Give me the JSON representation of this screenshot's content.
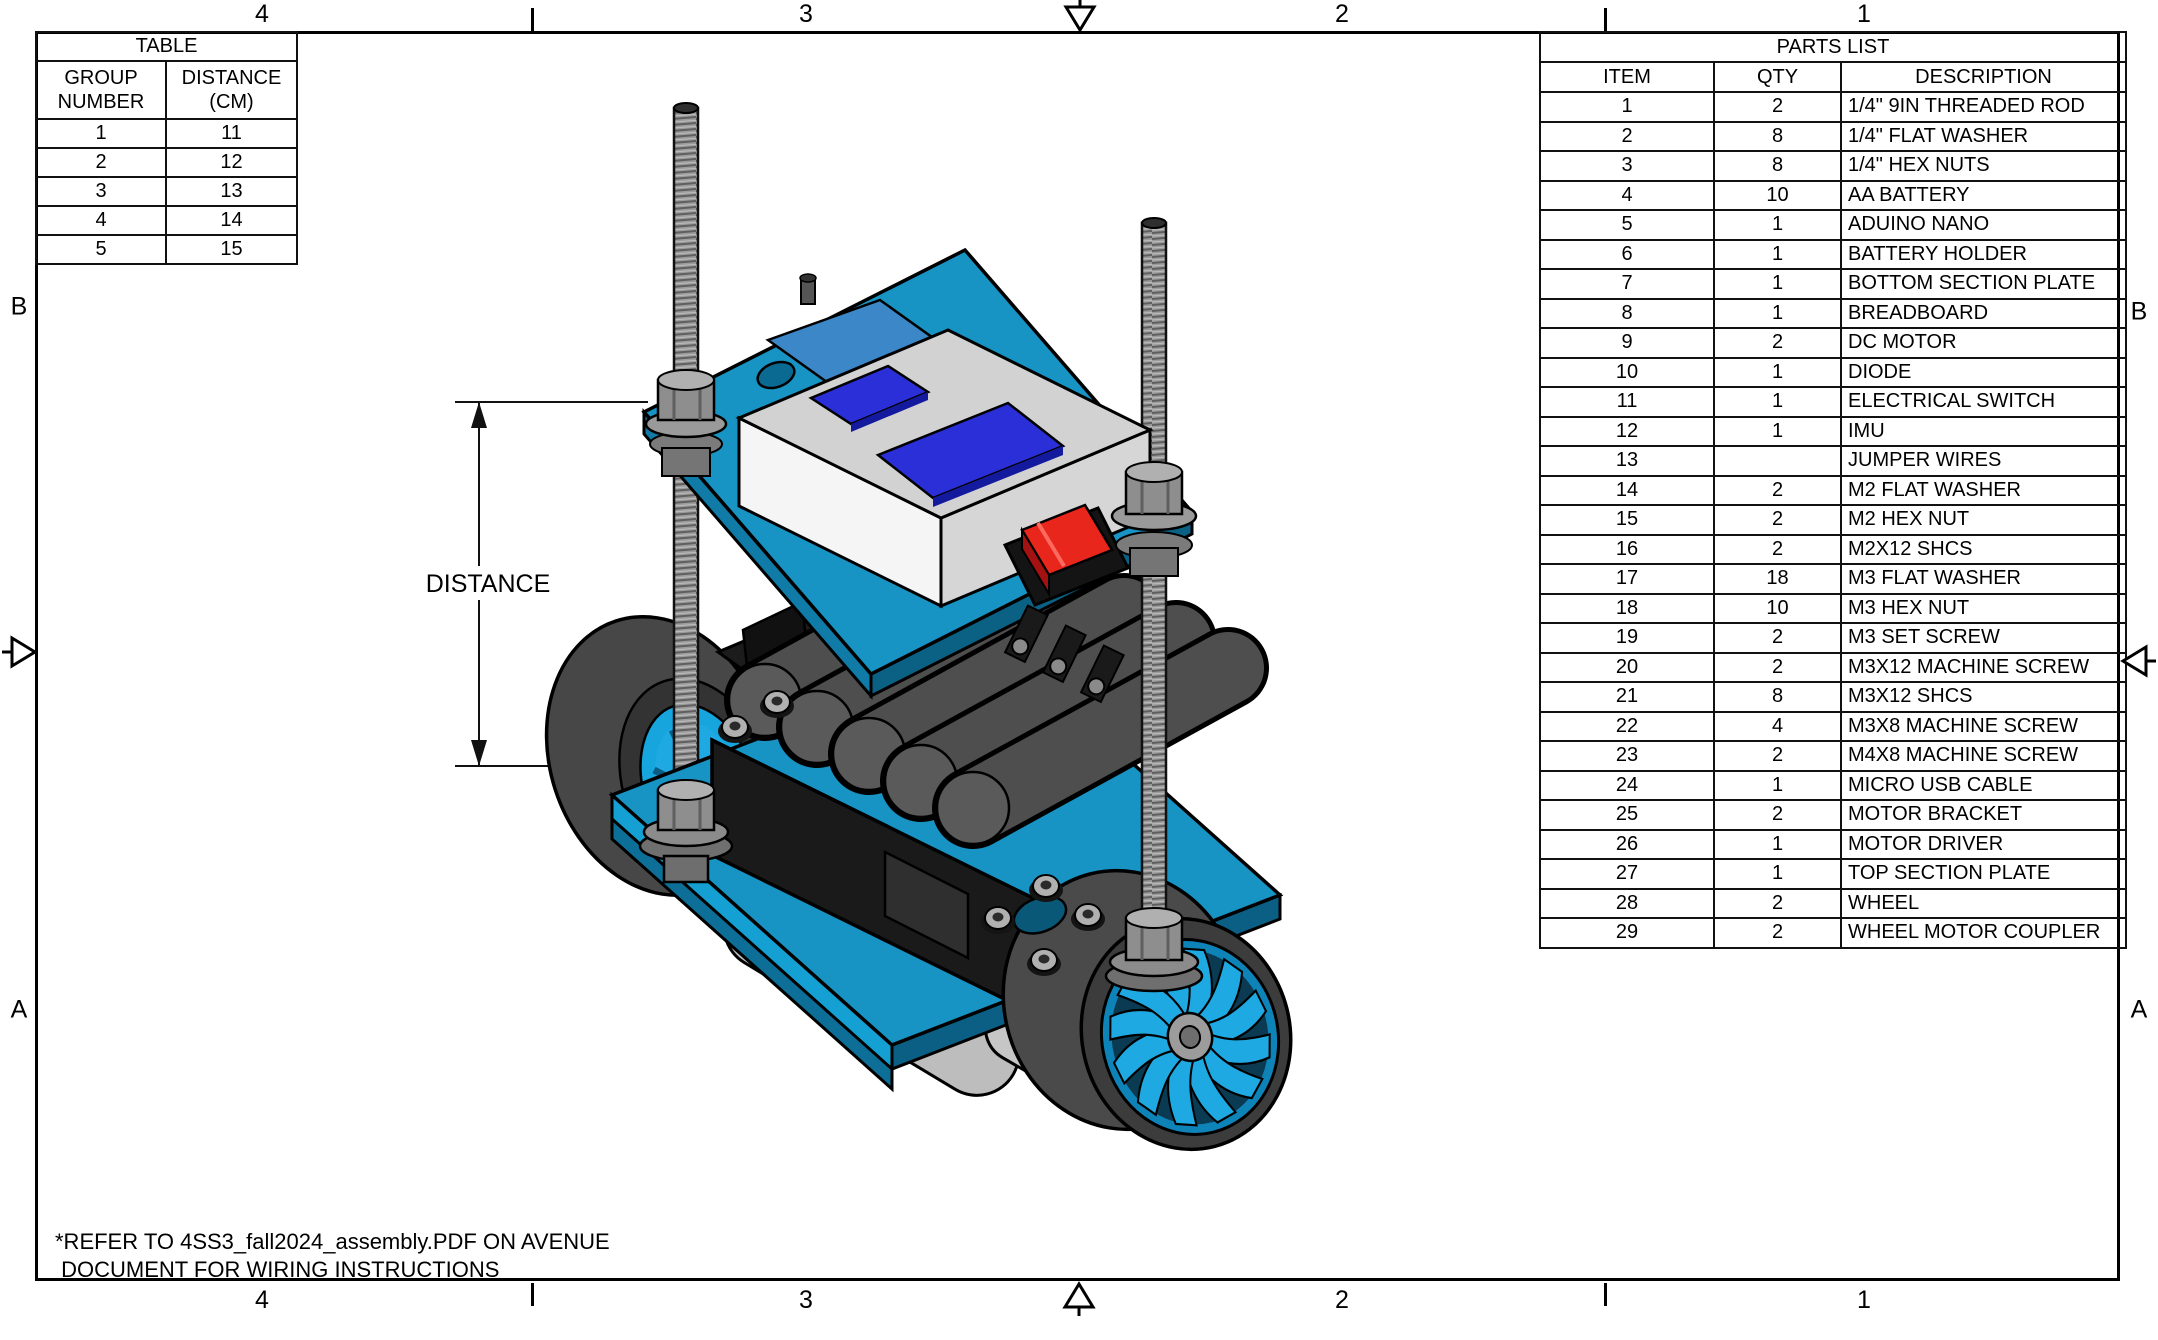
{
  "border": {
    "column_labels": [
      "4",
      "3",
      "2",
      "1"
    ],
    "row_labels": [
      "B",
      "A"
    ]
  },
  "group_table": {
    "title": "TABLE",
    "col1_header_line1": "GROUP",
    "col1_header_line2": "NUMBER",
    "col2_header_line1": "DISTANCE",
    "col2_header_line2": "(CM)",
    "rows": [
      [
        "1",
        "11"
      ],
      [
        "2",
        "12"
      ],
      [
        "3",
        "13"
      ],
      [
        "4",
        "14"
      ],
      [
        "5",
        "15"
      ]
    ]
  },
  "parts_list": {
    "title": "PARTS LIST",
    "headers": [
      "ITEM",
      "QTY",
      "DESCRIPTION"
    ],
    "rows": [
      [
        "1",
        "2",
        "1/4\" 9IN THREADED ROD"
      ],
      [
        "2",
        "8",
        "1/4\" FLAT WASHER"
      ],
      [
        "3",
        "8",
        "1/4\" HEX NUTS"
      ],
      [
        "4",
        "10",
        "AA BATTERY"
      ],
      [
        "5",
        "1",
        "ADUINO NANO"
      ],
      [
        "6",
        "1",
        "BATTERY HOLDER"
      ],
      [
        "7",
        "1",
        "BOTTOM SECTION PLATE"
      ],
      [
        "8",
        "1",
        "BREADBOARD"
      ],
      [
        "9",
        "2",
        "DC MOTOR"
      ],
      [
        "10",
        "1",
        "DIODE"
      ],
      [
        "11",
        "1",
        "ELECTRICAL SWITCH"
      ],
      [
        "12",
        "1",
        "IMU"
      ],
      [
        "13",
        "",
        "JUMPER WIRES"
      ],
      [
        "14",
        "2",
        "M2 FLAT WASHER"
      ],
      [
        "15",
        "2",
        "M2 HEX NUT"
      ],
      [
        "16",
        "2",
        "M2X12 SHCS"
      ],
      [
        "17",
        "18",
        "M3 FLAT WASHER"
      ],
      [
        "18",
        "10",
        "M3 HEX NUT"
      ],
      [
        "19",
        "2",
        "M3 SET SCREW"
      ],
      [
        "20",
        "2",
        "M3X12 MACHINE SCREW"
      ],
      [
        "21",
        "8",
        "M3X12 SHCS"
      ],
      [
        "22",
        "4",
        "M3X8 MACHINE SCREW"
      ],
      [
        "23",
        "2",
        "M4X8 MACHINE SCREW"
      ],
      [
        "24",
        "1",
        "MICRO USB CABLE"
      ],
      [
        "25",
        "2",
        "MOTOR BRACKET"
      ],
      [
        "26",
        "1",
        "MOTOR DRIVER"
      ],
      [
        "27",
        "1",
        "TOP SECTION PLATE"
      ],
      [
        "28",
        "2",
        "WHEEL"
      ],
      [
        "29",
        "2",
        "WHEEL MOTOR COUPLER"
      ]
    ]
  },
  "annotation": {
    "dimension_label": "DISTANCE"
  },
  "notes": {
    "line1": "*REFER TO 4SS3_fall2024_assembly.PDF ON AVENUE",
    "line2": " DOCUMENT FOR WIRING INSTRUCTIONS"
  },
  "colors": {
    "plate_blue": "#1793c4",
    "plate_side_blue": "#0e6f98",
    "accent_blue": "#2cb9ec",
    "wheel_spoke_blue": "#1fa9e2",
    "tire_gray": "#4a4a4a",
    "battery_holder_black": "#1a1a1a",
    "nano_blue": "#2a2fd8",
    "switch_red": "#e8261c",
    "pcb_light_blue": "#3b87c8",
    "metal_gray": "#9b9b9b"
  }
}
